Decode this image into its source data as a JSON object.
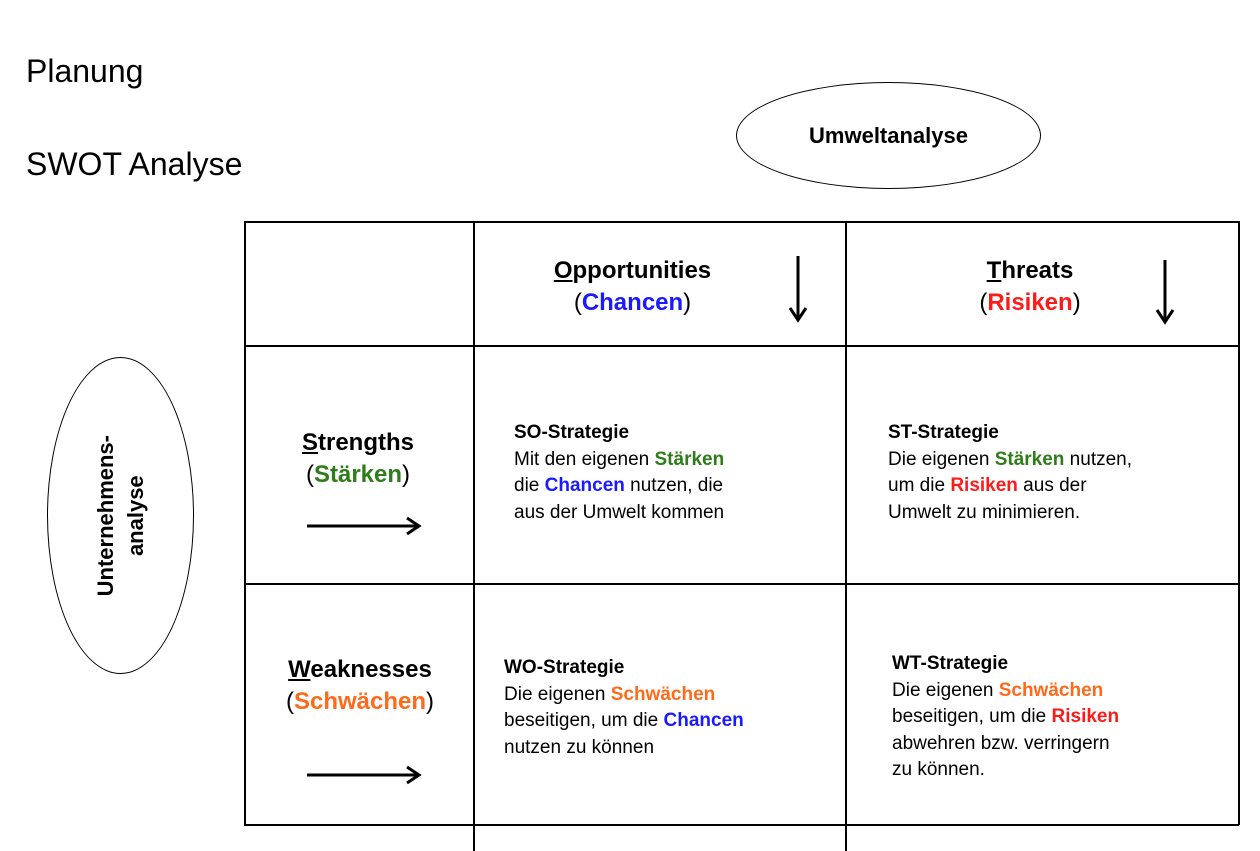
{
  "titles": {
    "line1": "Planung",
    "line2": "SWOT Analyse"
  },
  "ellipses": {
    "top": "Umweltanalyse",
    "left_line1": "Unternehmens-",
    "left_line2": "analyse"
  },
  "columns": {
    "opportunities": {
      "initial": "O",
      "rest": "pportunities",
      "paren_open": "(",
      "translation": "Chancen",
      "paren_close": ")"
    },
    "threats": {
      "initial": "T",
      "rest": "hreats",
      "paren_open": "(",
      "translation": "Risiken",
      "paren_close": ")"
    }
  },
  "rows": {
    "strengths": {
      "initial": "S",
      "rest": "trengths",
      "paren_open": "(",
      "translation": "Stärken",
      "paren_close": ")"
    },
    "weaknesses": {
      "initial": "W",
      "rest": "eaknesses",
      "paren_open": "(",
      "translation": "Schwächen",
      "paren_close": ")"
    }
  },
  "cells": {
    "so": {
      "title": "SO-Strategie",
      "l1a": "Mit den eigenen ",
      "l1b": "Stärken",
      "l2a": "die ",
      "l2b": "Chancen",
      "l2c": " nutzen, die",
      "l3": "aus der Umwelt kommen"
    },
    "st": {
      "title": "ST-Strategie",
      "l1a": "Die eigenen ",
      "l1b": "Stärken",
      "l1c": " nutzen,",
      "l2a": "um die ",
      "l2b": "Risiken",
      "l2c": " aus der",
      "l3": "Umwelt zu minimieren."
    },
    "wo": {
      "title": "WO-Strategie",
      "l1a": "Die eigenen ",
      "l1b": "Schwächen",
      "l2a": "beseitigen, um die ",
      "l2b": "Chancen",
      "l3": "nutzen zu können"
    },
    "wt": {
      "title": "WT-Strategie",
      "l1a": "Die eigenen ",
      "l1b": "Schwächen",
      "l2a": "beseitigen, um die ",
      "l2b": "Risiken",
      "l3": "abwehren bzw. verringern",
      "l4": "zu können."
    }
  },
  "colors": {
    "green": "#2e7d1a",
    "blue": "#1a1aff",
    "red": "#ff1a1a",
    "orange": "#ff6a1a"
  },
  "icons": {
    "down_arrow": "down-arrow-icon",
    "right_arrow": "right-arrow-icon"
  }
}
